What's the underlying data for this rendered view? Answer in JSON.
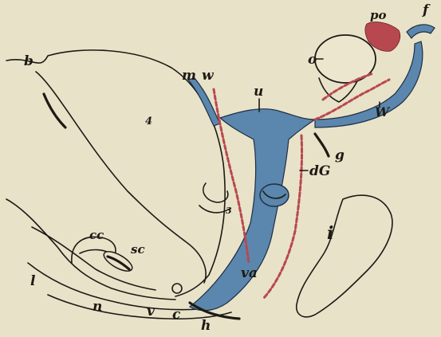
{
  "labels": {
    "b": "b",
    "fig4": "4",
    "m": "m",
    "w": "w",
    "u": "u",
    "po": "po",
    "f": "f",
    "o": "o",
    "W": "W",
    "g": "g",
    "dG": "dG",
    "fig3": "3",
    "i": "i",
    "cc": "cc",
    "sc": "sc",
    "va": "va",
    "l": "l",
    "n": "n",
    "v": "v",
    "c": "c",
    "h": "h"
  },
  "colors": {
    "background": "#e8e2c9",
    "blue_ducts": "#5b86ad",
    "red_vessels": "#b8484f",
    "ink": "#1d1a14"
  }
}
